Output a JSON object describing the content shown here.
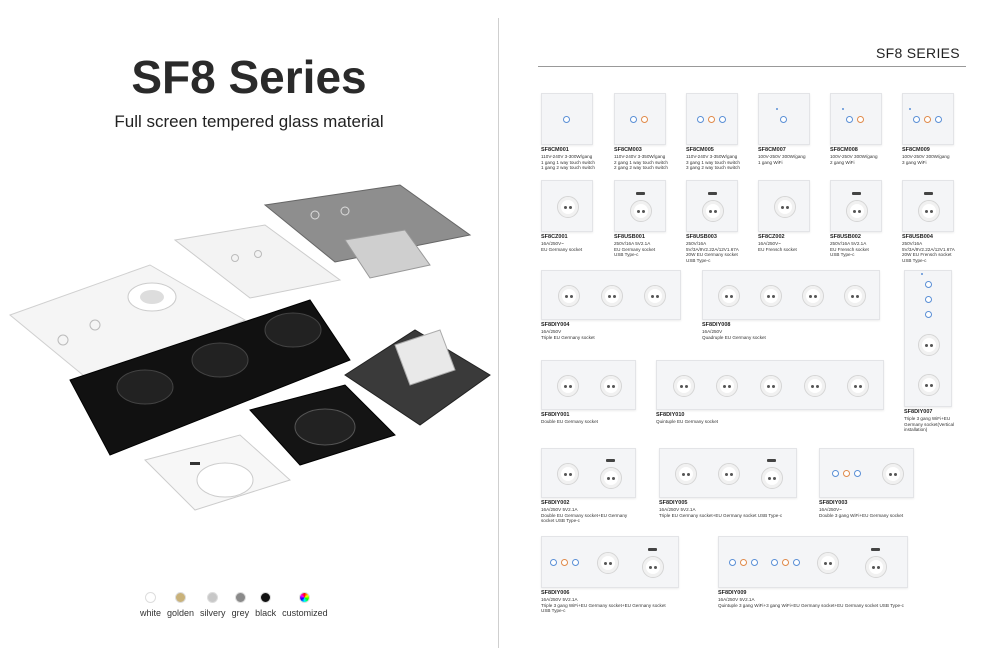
{
  "left": {
    "title": "SF8 Series",
    "subtitle": "Full screen tempered glass material",
    "colors": [
      {
        "label": "white",
        "hex": "#ffffff"
      },
      {
        "label": "golden",
        "hex": "#c9b27a"
      },
      {
        "label": "silvery",
        "hex": "#c8c8c8"
      },
      {
        "label": "grey",
        "hex": "#8a8a8a"
      },
      {
        "label": "black",
        "hex": "#111111"
      },
      {
        "label": "customized",
        "hex": "rainbow"
      }
    ]
  },
  "right": {
    "title": "SF8 SERIES",
    "products": [
      {
        "code": "SF8CM001",
        "desc": "110V-240V 3-300W/gang\n1 gang 1 way touch switch\n1 gang 2 way touch switch"
      },
      {
        "code": "SF8CM003",
        "desc": "110V-240V 3-350W/gang\n2 gang 1 way touch switch\n2 gang 2 way touch switch"
      },
      {
        "code": "SF8CM005",
        "desc": "110V-240V 3-350W/gang\n3 gang 1 way touch switch\n3 gang 2 way touch switch"
      },
      {
        "code": "SF8CM007",
        "desc": "100V-250V 300W/gang\n1 gang WiFi"
      },
      {
        "code": "SF8CM008",
        "desc": "100V-250V 300W/gang\n2 gang WiFi"
      },
      {
        "code": "SF8CM009",
        "desc": "100V-250V 300W/gang\n3 gang WiFi"
      },
      {
        "code": "SF8CZ001",
        "desc": "16A/250V~\nEU Germany socket"
      },
      {
        "code": "SF8USB001",
        "desc": "250V/16A 5V2.1A\nEU Germany socket\nUSB Type-c"
      },
      {
        "code": "SF8USB003",
        "desc": "250V/16A\n5V/3A/9V2.22A/12V1.67A\n20W EU Germany socket\nUSB Type-c"
      },
      {
        "code": "SF8CZ002",
        "desc": "16A/250V~\nEU Frensch socket"
      },
      {
        "code": "SF8USB002",
        "desc": "250V/16A 5V2.1A\nEU Frensch socket\nUSB Type-c"
      },
      {
        "code": "SF8USB004",
        "desc": "250V/16A\n5V/3A/9V2.22A/12V1.67A\n20W EU Frensch socket\nUSB Type-c"
      },
      {
        "code": "SF8DIY004",
        "desc": "16A/250V\nTriple EU Germany socket"
      },
      {
        "code": "SF8DIY008",
        "desc": "16A/250V\nQuadruple EU Germany socket"
      },
      {
        "code": "SF8DIY007",
        "desc": "Triple 3 gang WiFi+EU\nGermany socket(Vertical\ninstallation)"
      },
      {
        "code": "SF8DIY001",
        "desc": "Double EU Germany socket"
      },
      {
        "code": "SF8DIY010",
        "desc": "Quintuple EU Germany socket"
      },
      {
        "code": "SF8DIY002",
        "desc": "16A/250V 5V2.1A\nDouble EU Germany socket+EU Germany\nsocket USB Type-c"
      },
      {
        "code": "SF8DIY005",
        "desc": "16A/250V 5V2.1A\nTriple EU Germany socket+EU Germany socket USB Type-c"
      },
      {
        "code": "SF8DIY003",
        "desc": "16A/250V~\nDouble 3 gang WiFi+EU Germany socket"
      },
      {
        "code": "SF8DIY006",
        "desc": "16A/250V 5V2.1A\nTriple 3 gang WiFi+EU Germany socket+EU Germany socket\nUSB Type-c"
      },
      {
        "code": "SF8DIY009",
        "desc": "16A/250V 5V2.1A\nQuintuple 3 gang WiFi+3 gang WiFi+EU Germany socket+EU Germany socket USB Type-c"
      }
    ]
  }
}
